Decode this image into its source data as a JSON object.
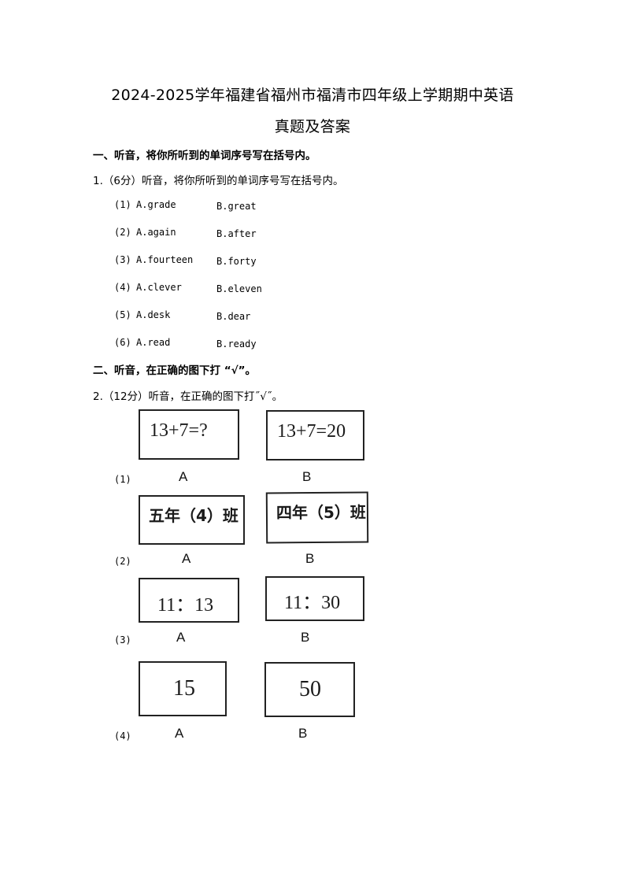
{
  "document": {
    "title_line1": "2024-2025学年福建省福州市福清市四年级上学期期中英语",
    "title_line2": "真题及答案"
  },
  "section1": {
    "heading": "一、听音，将你所听到的单词序号写在括号内。",
    "question": {
      "text": "1.（6分）听音，将你所听到的单词序号写在括号内。",
      "items": [
        {
          "num": "(1)",
          "a": "A.grade",
          "b": "B.great"
        },
        {
          "num": "(2)",
          "a": "A.again",
          "b": "B.after"
        },
        {
          "num": "(3)",
          "a": "A.fourteen",
          "b": "B.forty"
        },
        {
          "num": "(4)",
          "a": "A.clever",
          "b": "B.eleven"
        },
        {
          "num": "(5)",
          "a": "A.desk",
          "b": "B.dear"
        },
        {
          "num": "(6)",
          "a": "A.read",
          "b": "B.ready"
        }
      ]
    }
  },
  "section2": {
    "heading": "二、听音，在正确的图下打 “√”。",
    "question": {
      "text": "2.（12分）听音，在正确的图下打˝√˝。",
      "items": [
        {
          "num": "(1)",
          "a_text": "13+7=?",
          "b_text": "13+7=20",
          "a_label": "A",
          "b_label": "B"
        },
        {
          "num": "(2)",
          "a_text": "五年（4）班",
          "b_text": "四年（5）班",
          "a_label": "A",
          "b_label": "B"
        },
        {
          "num": "(3)",
          "a_text": "11：13",
          "b_text": "11：30",
          "a_label": "A",
          "b_label": "B"
        },
        {
          "num": "(4)",
          "a_text": "15",
          "b_text": "50",
          "a_label": "A",
          "b_label": "B"
        }
      ]
    }
  }
}
